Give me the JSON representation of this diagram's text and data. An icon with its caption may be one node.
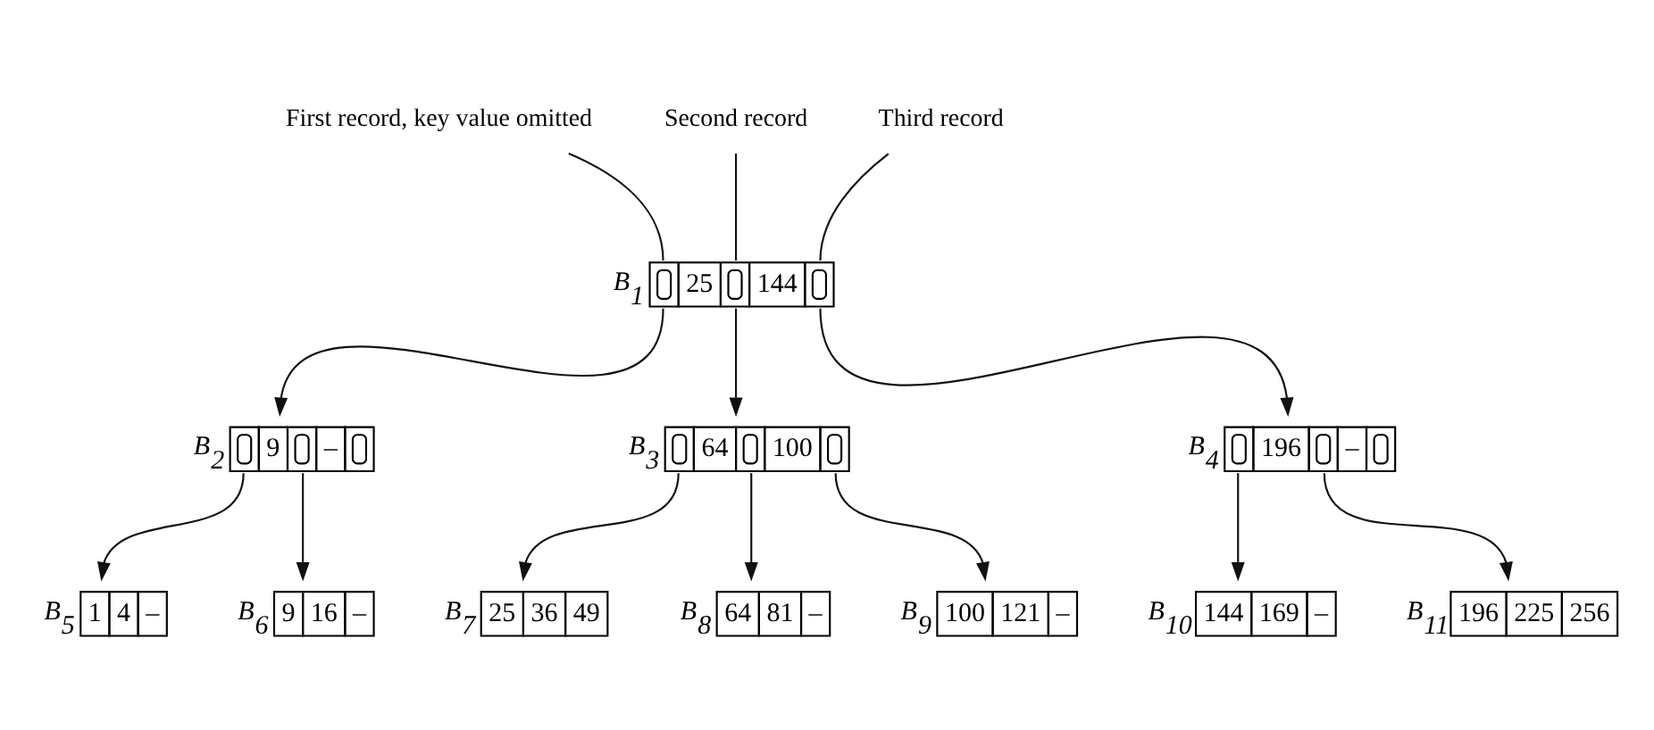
{
  "diagram": {
    "nodes": [
      {
        "text": [
          "25",
          "144"
        ],
        "beside": [
          "B$_{1}$"
        ]
      },
      {
        "text": [
          "9",
          "–"
        ],
        "beside": [
          "B$_{2}$"
        ]
      },
      {
        "text": [
          "64",
          "100"
        ],
        "beside": [
          "B$_{3}$"
        ]
      },
      {
        "text": [
          "196",
          "–"
        ],
        "beside": [
          "B$_{4}$"
        ]
      },
      {
        "text": [
          "1",
          "4",
          "–"
        ],
        "beside": [
          "B$_{5}$"
        ]
      },
      {
        "text": [
          "9",
          "16",
          "–"
        ],
        "beside": [
          "B$_{6}$"
        ]
      },
      {
        "text": [
          "25",
          "36",
          "49"
        ],
        "beside": [
          "B$_{7}$"
        ]
      },
      {
        "text": [
          "64",
          "81",
          "–"
        ],
        "beside": [
          "B$_{8}$"
        ]
      },
      {
        "text": [
          "100",
          "121",
          "–"
        ],
        "beside": [
          "B$_{9}$"
        ]
      },
      {
        "text": [
          "144",
          "169",
          "–"
        ],
        "beside": [
          "B$_{10}$"
        ]
      },
      {
        "text": [
          "196",
          "225",
          "256"
        ],
        "beside": [
          "B$_{11}$"
        ]
      },
      {
        "text": [
          "First record, key value omitted"
        ]
      },
      {
        "text": [
          "Second record"
        ]
      },
      {
        "text": [
          "Third record"
        ]
      }
    ],
    "edges": [
      {
        "from": 0,
        "to": 1,
        "arrow": "to"
      },
      {
        "from": 0,
        "to": 2,
        "arrow": "to"
      },
      {
        "from": 0,
        "to": 3,
        "arrow": "to"
      },
      {
        "from": 1,
        "to": 4,
        "arrow": "to"
      },
      {
        "from": 1,
        "to": 5,
        "arrow": "to"
      },
      {
        "from": 2,
        "to": 6,
        "arrow": "to"
      },
      {
        "from": 2,
        "to": 7,
        "arrow": "to"
      },
      {
        "from": 2,
        "to": 8,
        "arrow": "to"
      },
      {
        "from": 3,
        "to": 9,
        "arrow": "to"
      },
      {
        "from": 3,
        "to": 10,
        "arrow": "to"
      },
      {
        "from": 11,
        "to": 0,
        "arrow": "none"
      },
      {
        "from": 12,
        "to": 0,
        "arrow": "none"
      },
      {
        "from": 13,
        "to": 0,
        "arrow": "none"
      }
    ]
  }
}
